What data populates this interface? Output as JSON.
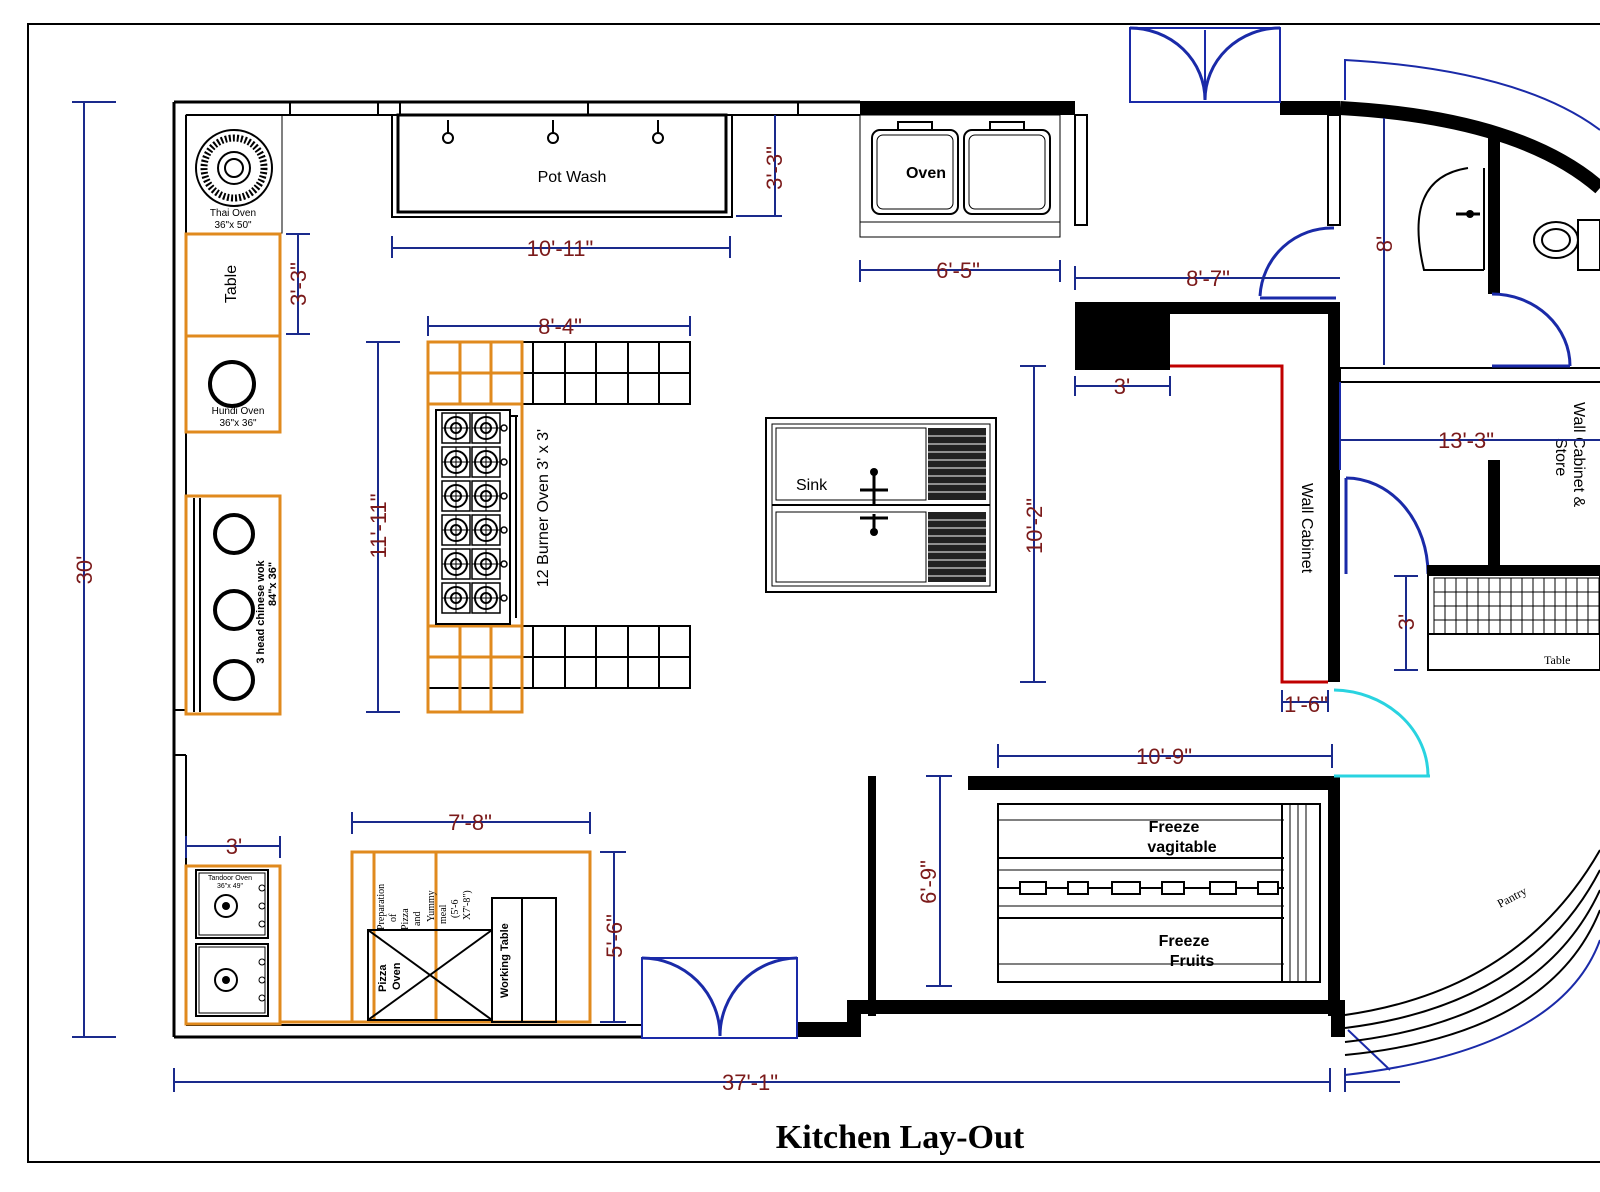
{
  "title": "Kitchen Lay-Out",
  "dimensions": {
    "overall_height": "30'",
    "overall_width": "37'-1\"",
    "pot_wash_width": "10'-11\"",
    "pot_wash_depth": "3'-3\"",
    "oven_width": "6'-5\"",
    "wall_8_7": "8'-7\"",
    "washroom_height": "8'",
    "table_depth": "3'-3\"",
    "burner_counter_width": "8'-4\"",
    "burner_counter_height": "11'-11\"",
    "sink_area_height": "10'-2\"",
    "counter_3": "3'",
    "store_width": "13'-3\"",
    "store_table_depth": "3'",
    "gap_1_6": "1'-6\"",
    "freezer_width": "10'-9\"",
    "freezer_depth": "6'-9\"",
    "tandoor_width": "3'",
    "pizza_width": "7'-8\"",
    "pizza_depth": "5'-6\""
  },
  "labels": {
    "thai_oven": "Thai Oven",
    "thai_oven_size": "36\"x 50\"",
    "table_left": "Table",
    "hundi_oven": "Hundi Oven",
    "hundi_oven_size": "36\"x 36\"",
    "wok": "3 head chinese wok",
    "wok_size": "84\"x 36\"",
    "tandoor": "Tandoor Oven",
    "tandoor_size": "36\"x 49\"",
    "pizza_prep": [
      "Preparation",
      "of",
      "Pizza",
      "and",
      "Yummy",
      "meal",
      "(5'-6",
      "X7'-8\")"
    ],
    "pizza_oven_1": "Pizza",
    "pizza_oven_2": "Oven",
    "working_table": "Working Table",
    "pot_wash": "Pot Wash",
    "oven": "Oven",
    "burner_oven": "12 Burner Oven 3' x 3'",
    "sink": "Sink",
    "wall_cabinet": "Wall Cabinet",
    "wall_cabinet_store_1": "Wall Cabinet &",
    "wall_cabinet_store_2": "Store",
    "table_right": "Table",
    "freeze_veg_1": "Freeze",
    "freeze_veg_2": "vagitable",
    "freeze_fruit_1": "Freeze",
    "freeze_fruit_2": "Fruits",
    "pantry": "Pantry"
  },
  "colors": {
    "dimension_text": "#7b1a1a",
    "dimension_line": "#1a2a8c",
    "furniture_outline": "#e08a1e",
    "cabinet_line": "#c00000",
    "door_swing": "#1a2aa8",
    "glass_door": "#29d3e0",
    "wall": "#000000"
  }
}
